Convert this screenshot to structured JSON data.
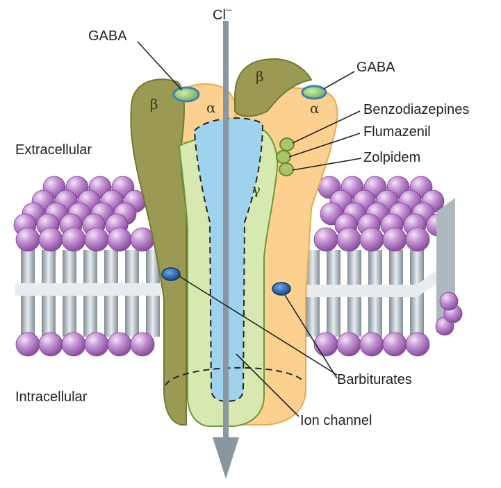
{
  "diagram": {
    "ion_label": "Cl",
    "ion_charge": "−",
    "regions": {
      "extracellular": "Extracellular",
      "intracellular": "Intracellular"
    },
    "subunits": {
      "beta_left": "β",
      "alpha_left": "α",
      "beta_right": "β",
      "alpha_right": "α",
      "gamma": "γ"
    },
    "callouts": {
      "gaba_left": "GABA",
      "gaba_right": "GABA",
      "benzodiazepines": "Benzodiazepines",
      "flumazenil": "Flumazenil",
      "zolpidem": "Zolpidem",
      "barbiturates": "Barbiturates",
      "ion_channel": "Ion channel"
    },
    "colors": {
      "beta_subunit": "#9a9a55",
      "alpha_subunit": "#fcd08f",
      "gamma_subunit": "#d7e8b0",
      "channel_pore": "#9fd2ec",
      "lipid_head": "#b57cc7",
      "membrane_tails": "#b9c3cb",
      "gaba_site": "#7ab7d6",
      "barbiturate_site": "#1f5aa8",
      "arrow": "#8a96a0"
    }
  }
}
